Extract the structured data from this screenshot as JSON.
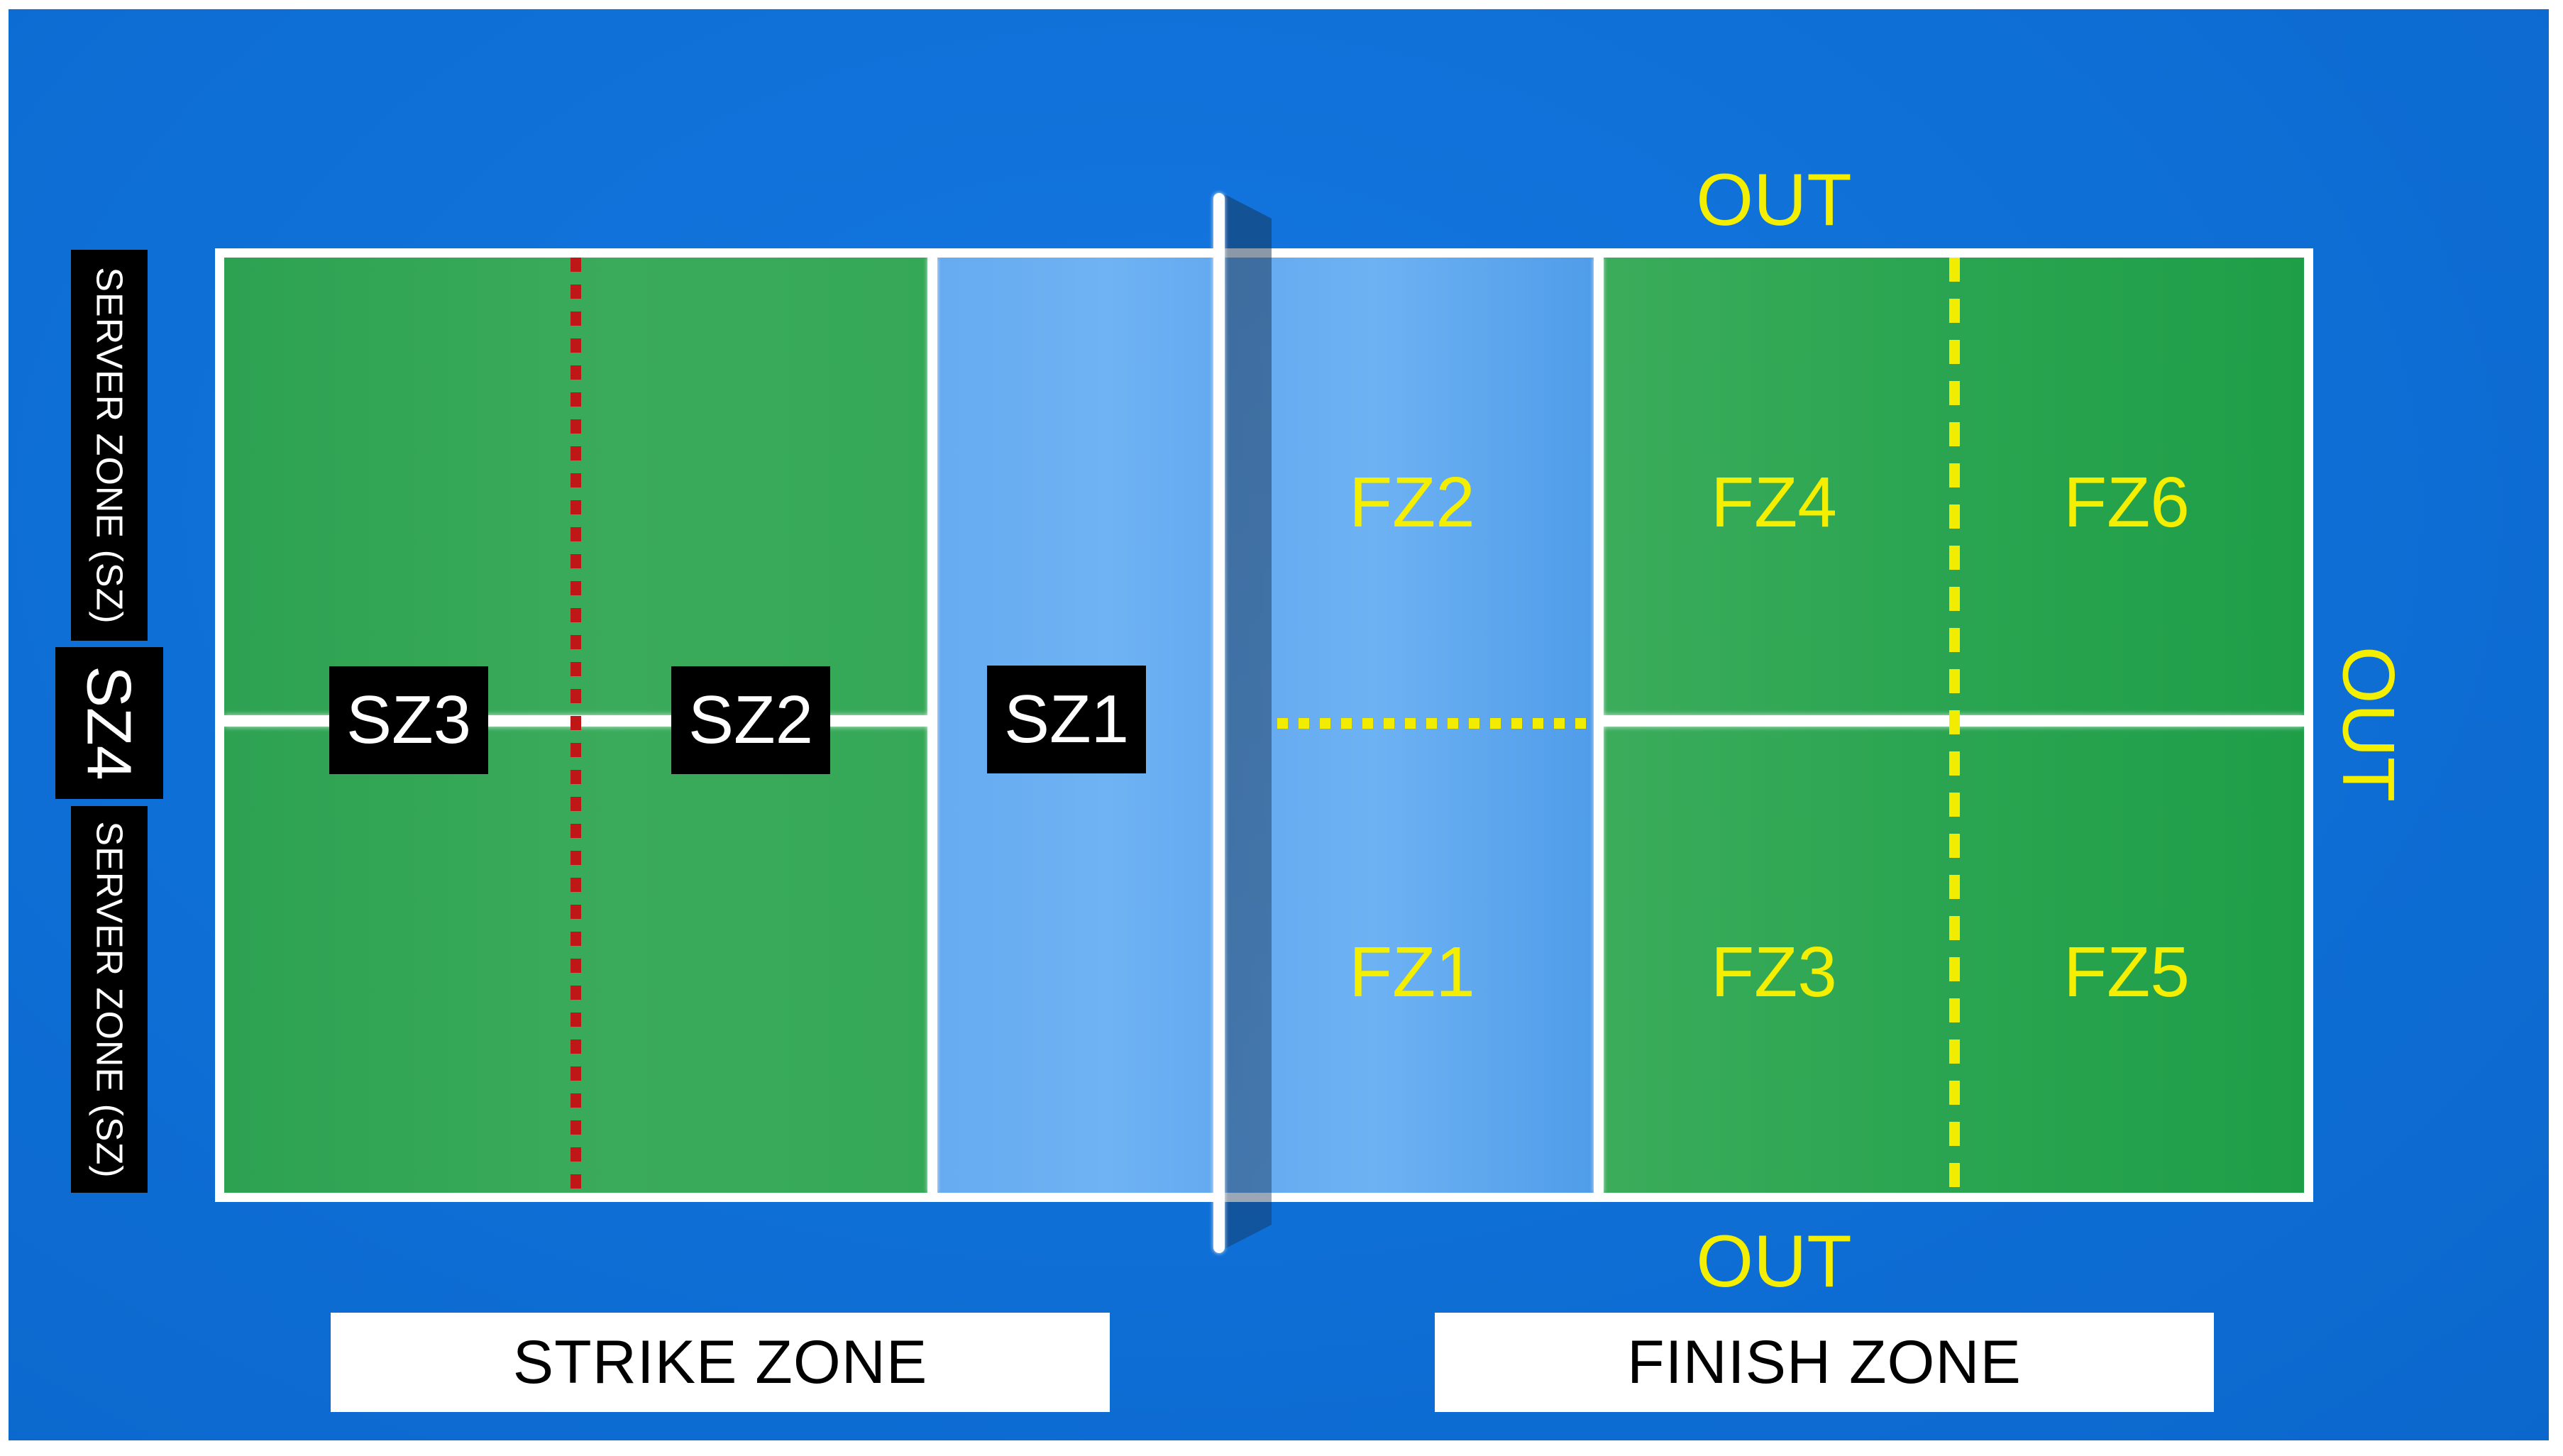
{
  "court": {
    "colors": {
      "canvas_blue": "#0e6fd6",
      "frame_white": "#ffffff",
      "green_left": "#35a857",
      "green_right": "#27a24d",
      "strip_blue": "#66aaf0",
      "net_shadow": "#3d6e96",
      "dashed_red": "#bf1717",
      "accent_yellow": "#f2ec00",
      "label_box_black": "#000000"
    },
    "left_column": {
      "server_zone_top": "SERVER ZONE (SZ)",
      "sz4": "SZ4",
      "server_zone_bottom": "SERVER ZONE (SZ)"
    },
    "strike_boxes": {
      "sz3": "SZ3",
      "sz2": "SZ2",
      "sz1": "SZ1"
    },
    "finish_zones": {
      "fz1": "FZ1",
      "fz2": "FZ2",
      "fz3": "FZ3",
      "fz4": "FZ4",
      "fz5": "FZ5",
      "fz6": "FZ6"
    },
    "out": {
      "top": "OUT",
      "right": "OUT",
      "bottom": "OUT"
    },
    "footer": {
      "strike": "STRIKE ZONE",
      "finish": "FINISH ZONE"
    }
  }
}
